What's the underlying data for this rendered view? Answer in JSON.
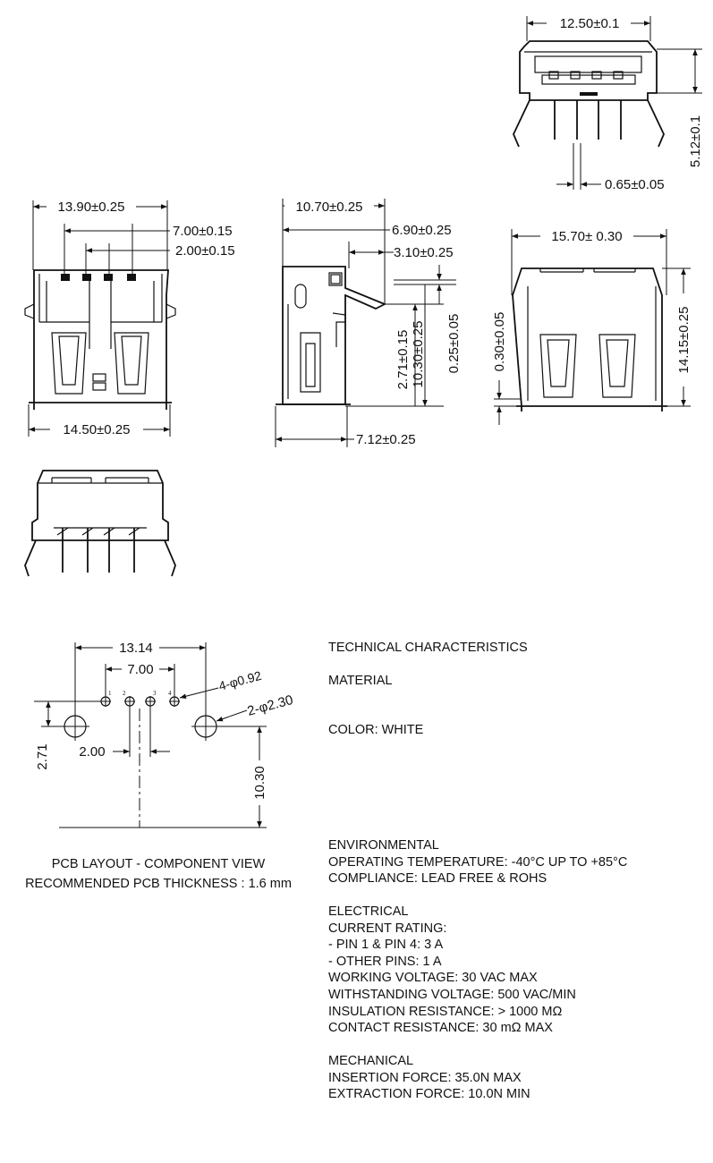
{
  "dimensions": {
    "front_width": "12.50±0.1",
    "front_height": "5.12±0.1",
    "pin_width": "0.65±0.05",
    "top_width_overall": "13.90±0.25",
    "top_pin_span": "7.00±0.15",
    "top_pin_pitch": "2.00±0.15",
    "top_width_bottom": "14.50±0.25",
    "side_length": "10.70±0.25",
    "side_6_90": "6.90±0.25",
    "side_3_10": "3.10±0.25",
    "side_2_71": "2.71±0.15",
    "side_10_30": "10.30±0.25",
    "side_0_25": "0.25±0.05",
    "side_7_12": "7.12±0.25",
    "rear_width": "15.70± 0.30",
    "rear_0_30": "0.30±0.05",
    "rear_height": "14.15±0.25"
  },
  "pcb": {
    "overall": "13.14",
    "span": "7.00",
    "pitch": "2.00",
    "offset_v": "2.71",
    "depth": "10.30",
    "small_holes": "4-φ0.92",
    "large_holes": "2-φ2.30",
    "pin_numbers": [
      "1",
      "2",
      "3",
      "4"
    ],
    "caption_line1": "PCB LAYOUT - COMPONENT VIEW",
    "caption_line2": "RECOMMENDED  PCB THICKNESS : 1.6 mm"
  },
  "specs": {
    "title": "TECHNICAL CHARACTERISTICS",
    "material": "MATERIAL",
    "color": "COLOR: WHITE",
    "env_title": "ENVIRONMENTAL",
    "env_temp": "OPERATING TEMPERATURE: -40°C UP TO +85°C",
    "env_comp": "COMPLIANCE: LEAD FREE & ROHS",
    "elec_title": "ELECTRICAL",
    "elec_current": "CURRENT RATING:",
    "elec_pin14": "- PIN 1 & PIN 4: 3 A",
    "elec_other": "- OTHER PINS: 1 A",
    "elec_working": "WORKING VOLTAGE: 30 VAC MAX",
    "elec_withstand": "WITHSTANDING VOLTAGE: 500 VAC/MIN",
    "elec_insulation": "INSULATION RESISTANCE: > 1000 MΩ",
    "elec_contact": "CONTACT RESISTANCE: 30 mΩ MAX",
    "mech_title": "MECHANICAL",
    "mech_insertion": "INSERTION FORCE: 35.0N MAX",
    "mech_extraction": "EXTRACTION FORCE: 10.0N MIN"
  }
}
